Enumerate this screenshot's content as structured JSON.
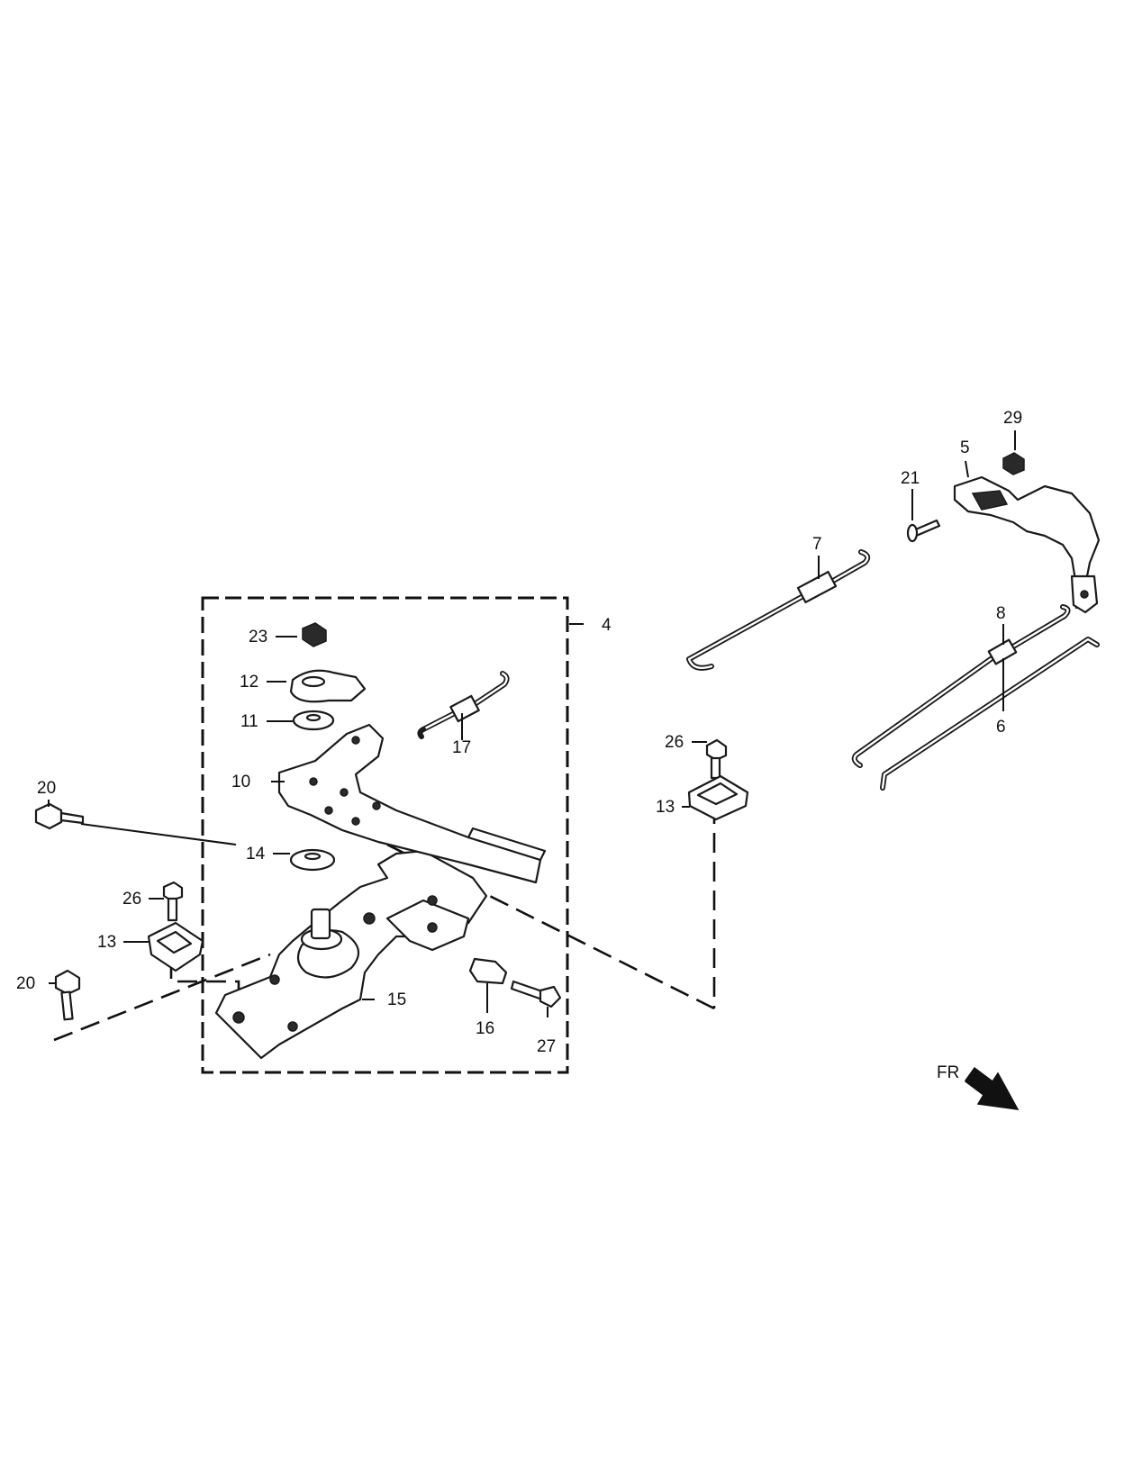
{
  "diagram": {
    "callouts": {
      "c4": "4",
      "c5": "5",
      "c6": "6",
      "c7": "7",
      "c8": "8",
      "c10": "10",
      "c11": "11",
      "c12": "12",
      "c13a": "13",
      "c13b": "13",
      "c14": "14",
      "c15": "15",
      "c16": "16",
      "c17": "17",
      "c20a": "20",
      "c20b": "20",
      "c21": "21",
      "c23": "23",
      "c26a": "26",
      "c26b": "26",
      "c27": "27",
      "c29": "29"
    },
    "direction": {
      "label": "FR"
    }
  }
}
